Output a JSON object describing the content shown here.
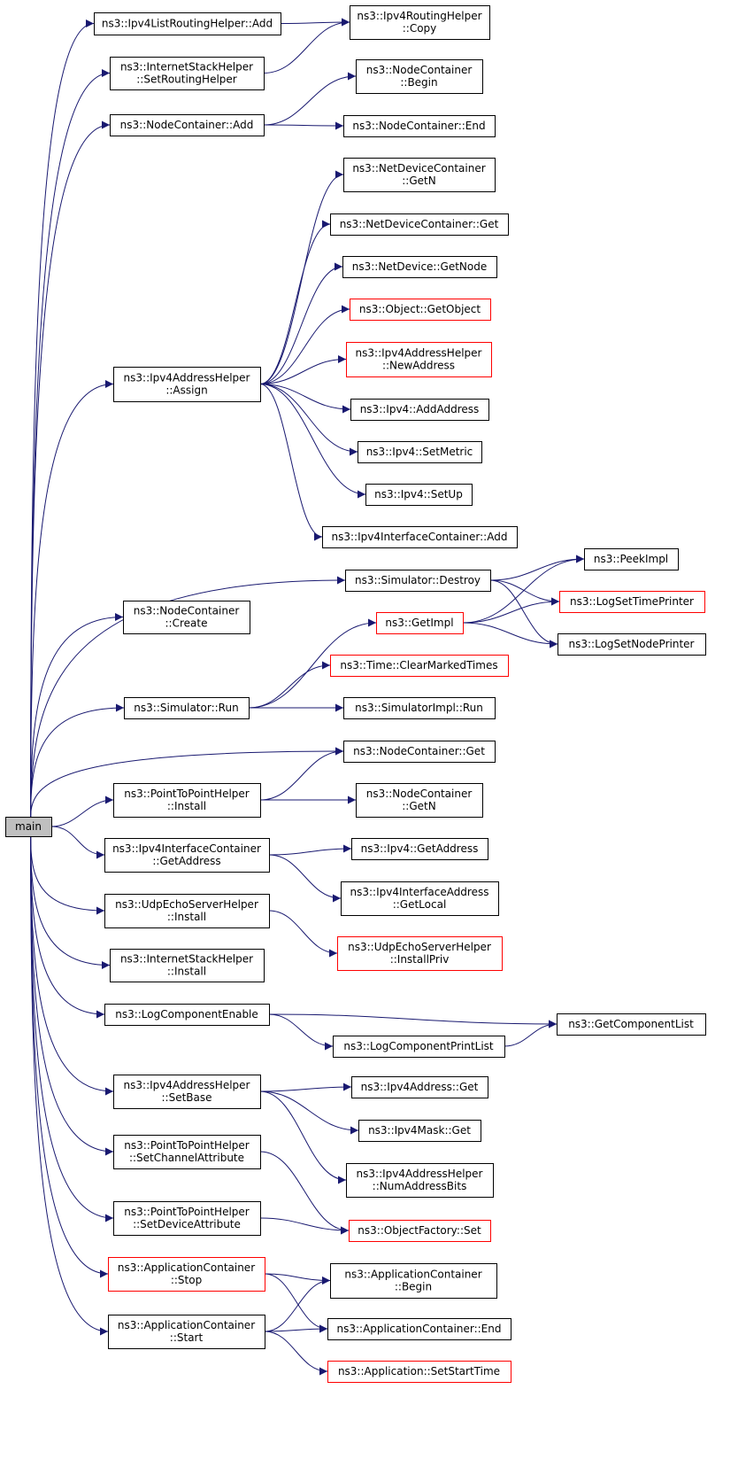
{
  "colors": {
    "edge": "#191970",
    "node_border": "#000000",
    "node_border_red": "#ff0000",
    "root_fill": "#bfbfbf"
  },
  "root": {
    "id": "main",
    "label": "main"
  },
  "nodes": [
    {
      "id": "ipv4lrh_add",
      "lines": [
        "ns3::Ipv4ListRoutingHelper::Add"
      ],
      "red": false
    },
    {
      "id": "ipv4rh_copy",
      "lines": [
        "ns3::Ipv4RoutingHelper",
        "::Copy"
      ],
      "red": false
    },
    {
      "id": "ish_setrouting",
      "lines": [
        "ns3::InternetStackHelper",
        "::SetRoutingHelper"
      ],
      "red": false
    },
    {
      "id": "nc_add",
      "lines": [
        "ns3::NodeContainer::Add"
      ],
      "red": false
    },
    {
      "id": "nc_begin",
      "lines": [
        "ns3::NodeContainer",
        "::Begin"
      ],
      "red": false
    },
    {
      "id": "nc_end",
      "lines": [
        "ns3::NodeContainer::End"
      ],
      "red": false
    },
    {
      "id": "ndc_getn",
      "lines": [
        "ns3::NetDeviceContainer",
        "::GetN"
      ],
      "red": false
    },
    {
      "id": "ndc_get",
      "lines": [
        "ns3::NetDeviceContainer::Get"
      ],
      "red": false
    },
    {
      "id": "nd_getnode",
      "lines": [
        "ns3::NetDevice::GetNode"
      ],
      "red": false
    },
    {
      "id": "obj_getobject",
      "lines": [
        "ns3::Object::GetObject"
      ],
      "red": true
    },
    {
      "id": "ipv4ah_assign",
      "lines": [
        "ns3::Ipv4AddressHelper",
        "::Assign"
      ],
      "red": false
    },
    {
      "id": "ipv4ah_newaddr",
      "lines": [
        "ns3::Ipv4AddressHelper",
        "::NewAddress"
      ],
      "red": true
    },
    {
      "id": "ipv4_addaddr",
      "lines": [
        "ns3::Ipv4::AddAddress"
      ],
      "red": false
    },
    {
      "id": "ipv4_setmetric",
      "lines": [
        "ns3::Ipv4::SetMetric"
      ],
      "red": false
    },
    {
      "id": "ipv4_setup",
      "lines": [
        "ns3::Ipv4::SetUp"
      ],
      "red": false
    },
    {
      "id": "ipv4ic_add",
      "lines": [
        "ns3::Ipv4InterfaceContainer::Add"
      ],
      "red": false
    },
    {
      "id": "sim_destroy",
      "lines": [
        "ns3::Simulator::Destroy"
      ],
      "red": false
    },
    {
      "id": "peekimpl",
      "lines": [
        "ns3::PeekImpl"
      ],
      "red": false
    },
    {
      "id": "nc_create",
      "lines": [
        "ns3::NodeContainer",
        "::Create"
      ],
      "red": false
    },
    {
      "id": "logsettime",
      "lines": [
        "ns3::LogSetTimePrinter"
      ],
      "red": true
    },
    {
      "id": "getimpl",
      "lines": [
        "ns3::GetImpl"
      ],
      "red": true
    },
    {
      "id": "logsetnode",
      "lines": [
        "ns3::LogSetNodePrinter"
      ],
      "red": false
    },
    {
      "id": "time_clear",
      "lines": [
        "ns3::Time::ClearMarkedTimes"
      ],
      "red": true
    },
    {
      "id": "sim_run",
      "lines": [
        "ns3::Simulator::Run"
      ],
      "red": false
    },
    {
      "id": "simimpl_run",
      "lines": [
        "ns3::SimulatorImpl::Run"
      ],
      "red": false
    },
    {
      "id": "nc_get",
      "lines": [
        "ns3::NodeContainer::Get"
      ],
      "red": false
    },
    {
      "id": "p2p_install",
      "lines": [
        "ns3::PointToPointHelper",
        "::Install"
      ],
      "red": false
    },
    {
      "id": "nc_getn",
      "lines": [
        "ns3::NodeContainer",
        "::GetN"
      ],
      "red": false
    },
    {
      "id": "ipv4ic_getaddr",
      "lines": [
        "ns3::Ipv4InterfaceContainer",
        "::GetAddress"
      ],
      "red": false
    },
    {
      "id": "ipv4_getaddr",
      "lines": [
        "ns3::Ipv4::GetAddress"
      ],
      "red": false
    },
    {
      "id": "ipv4ia_getlocal",
      "lines": [
        "ns3::Ipv4InterfaceAddress",
        "::GetLocal"
      ],
      "red": false
    },
    {
      "id": "udpes_install",
      "lines": [
        "ns3::UdpEchoServerHelper",
        "::Install"
      ],
      "red": false
    },
    {
      "id": "udpes_installpriv",
      "lines": [
        "ns3::UdpEchoServerHelper",
        "::InstallPriv"
      ],
      "red": true
    },
    {
      "id": "ish_install",
      "lines": [
        "ns3::InternetStackHelper",
        "::Install"
      ],
      "red": false
    },
    {
      "id": "lce",
      "lines": [
        "ns3::LogComponentEnable"
      ],
      "red": false
    },
    {
      "id": "getcomplist",
      "lines": [
        "ns3::GetComponentList"
      ],
      "red": false
    },
    {
      "id": "lcpl",
      "lines": [
        "ns3::LogComponentPrintList"
      ],
      "red": false
    },
    {
      "id": "ipv4ah_setbase",
      "lines": [
        "ns3::Ipv4AddressHelper",
        "::SetBase"
      ],
      "red": false
    },
    {
      "id": "ipv4a_get",
      "lines": [
        "ns3::Ipv4Address::Get"
      ],
      "red": false
    },
    {
      "id": "ipv4m_get",
      "lines": [
        "ns3::Ipv4Mask::Get"
      ],
      "red": false
    },
    {
      "id": "p2p_setchan",
      "lines": [
        "ns3::PointToPointHelper",
        "::SetChannelAttribute"
      ],
      "red": false
    },
    {
      "id": "ipv4ah_numbits",
      "lines": [
        "ns3::Ipv4AddressHelper",
        "::NumAddressBits"
      ],
      "red": false
    },
    {
      "id": "p2p_setdev",
      "lines": [
        "ns3::PointToPointHelper",
        "::SetDeviceAttribute"
      ],
      "red": false
    },
    {
      "id": "of_set",
      "lines": [
        "ns3::ObjectFactory::Set"
      ],
      "red": true
    },
    {
      "id": "ac_stop",
      "lines": [
        "ns3::ApplicationContainer",
        "::Stop"
      ],
      "red": true
    },
    {
      "id": "ac_begin",
      "lines": [
        "ns3::ApplicationContainer",
        "::Begin"
      ],
      "red": false
    },
    {
      "id": "ac_start",
      "lines": [
        "ns3::ApplicationContainer",
        "::Start"
      ],
      "red": false
    },
    {
      "id": "ac_end",
      "lines": [
        "ns3::ApplicationContainer::End"
      ],
      "red": false
    },
    {
      "id": "app_setstart",
      "lines": [
        "ns3::Application::SetStartTime"
      ],
      "red": true
    }
  ],
  "edges": [
    [
      "main",
      "ipv4lrh_add"
    ],
    [
      "main",
      "ish_setrouting"
    ],
    [
      "main",
      "nc_add"
    ],
    [
      "main",
      "ipv4ah_assign"
    ],
    [
      "main",
      "nc_create"
    ],
    [
      "main",
      "sim_destroy"
    ],
    [
      "main",
      "sim_run"
    ],
    [
      "main",
      "nc_get"
    ],
    [
      "main",
      "p2p_install"
    ],
    [
      "main",
      "ipv4ic_getaddr"
    ],
    [
      "main",
      "udpes_install"
    ],
    [
      "main",
      "ish_install"
    ],
    [
      "main",
      "lce"
    ],
    [
      "main",
      "ipv4ah_setbase"
    ],
    [
      "main",
      "p2p_setchan"
    ],
    [
      "main",
      "p2p_setdev"
    ],
    [
      "main",
      "ac_stop"
    ],
    [
      "main",
      "ac_start"
    ],
    [
      "ipv4lrh_add",
      "ipv4rh_copy"
    ],
    [
      "ish_setrouting",
      "ipv4rh_copy"
    ],
    [
      "nc_add",
      "nc_begin"
    ],
    [
      "nc_add",
      "nc_end"
    ],
    [
      "ipv4ah_assign",
      "ndc_getn"
    ],
    [
      "ipv4ah_assign",
      "ndc_get"
    ],
    [
      "ipv4ah_assign",
      "nd_getnode"
    ],
    [
      "ipv4ah_assign",
      "obj_getobject"
    ],
    [
      "ipv4ah_assign",
      "ipv4ah_newaddr"
    ],
    [
      "ipv4ah_assign",
      "ipv4_addaddr"
    ],
    [
      "ipv4ah_assign",
      "ipv4_setmetric"
    ],
    [
      "ipv4ah_assign",
      "ipv4_setup"
    ],
    [
      "ipv4ah_assign",
      "ipv4ic_add"
    ],
    [
      "sim_destroy",
      "peekimpl"
    ],
    [
      "sim_destroy",
      "logsettime"
    ],
    [
      "sim_destroy",
      "logsetnode"
    ],
    [
      "getimpl",
      "peekimpl"
    ],
    [
      "getimpl",
      "logsettime"
    ],
    [
      "getimpl",
      "logsetnode"
    ],
    [
      "sim_run",
      "getimpl"
    ],
    [
      "sim_run",
      "time_clear"
    ],
    [
      "sim_run",
      "simimpl_run"
    ],
    [
      "p2p_install",
      "nc_get"
    ],
    [
      "p2p_install",
      "nc_getn"
    ],
    [
      "ipv4ic_getaddr",
      "ipv4_getaddr"
    ],
    [
      "ipv4ic_getaddr",
      "ipv4ia_getlocal"
    ],
    [
      "udpes_install",
      "udpes_installpriv"
    ],
    [
      "lce",
      "getcomplist"
    ],
    [
      "lce",
      "lcpl"
    ],
    [
      "lcpl",
      "getcomplist"
    ],
    [
      "ipv4ah_setbase",
      "ipv4a_get"
    ],
    [
      "ipv4ah_setbase",
      "ipv4m_get"
    ],
    [
      "ipv4ah_setbase",
      "ipv4ah_numbits"
    ],
    [
      "p2p_setchan",
      "of_set"
    ],
    [
      "p2p_setdev",
      "of_set"
    ],
    [
      "ac_stop",
      "ac_begin"
    ],
    [
      "ac_stop",
      "ac_end"
    ],
    [
      "ac_start",
      "ac_begin"
    ],
    [
      "ac_start",
      "ac_end"
    ],
    [
      "ac_start",
      "app_setstart"
    ]
  ]
}
